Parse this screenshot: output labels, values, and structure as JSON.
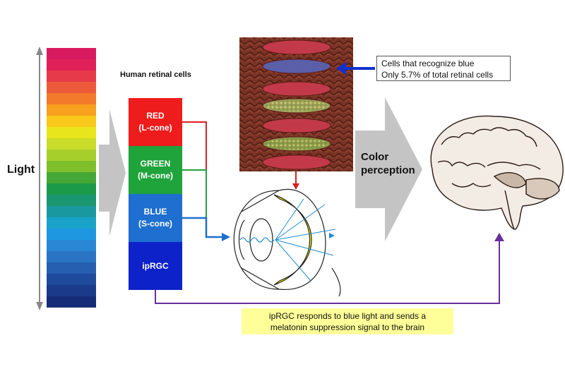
{
  "spectrum": {
    "label": "Light",
    "bands": [
      "#d81b5f",
      "#e02058",
      "#e63a4a",
      "#ec5a3b",
      "#f27a2a",
      "#f7a11e",
      "#f9c81a",
      "#e9e51c",
      "#c9dc2a",
      "#a6cf2c",
      "#7fbf2b",
      "#45a836",
      "#1b9a4a",
      "#1a9670",
      "#1a98a0",
      "#1aa3c9",
      "#1e97e0",
      "#2a87d6",
      "#2b74c4",
      "#265fb0",
      "#1f4b9c",
      "#1b3a8a",
      "#172c78"
    ]
  },
  "cells_title": "Human retinal cells",
  "cones": [
    {
      "name": "RED",
      "sub": "(L-cone)",
      "color": "#ee1c1c"
    },
    {
      "name": "GREEN",
      "sub": "(M-cone)",
      "color": "#1fa33b"
    },
    {
      "name": "BLUE",
      "sub": "(S-cone)",
      "color": "#1e6fd0"
    },
    {
      "name": "ipRGC",
      "sub": "",
      "color": "#0e22c9"
    }
  ],
  "callout": {
    "line1": "Cells that recognize blue",
    "line2": "Only 5.7% of total retinal cells"
  },
  "color_perception": {
    "line1": "Color",
    "line2": "perception"
  },
  "note": {
    "line1": "ipRGC responds to blue light and sends a",
    "line2": "melatonin suppression signal to the brain"
  },
  "colors": {
    "red_line": "#d92020",
    "green_line": "#1fa33b",
    "blue_line": "#1e6fd0",
    "purple_line": "#6a2f9a",
    "gray_arrow": "#c4c4c4",
    "retina_yellow": "#ffff00",
    "tissue_brown": "#6e2a1f"
  }
}
